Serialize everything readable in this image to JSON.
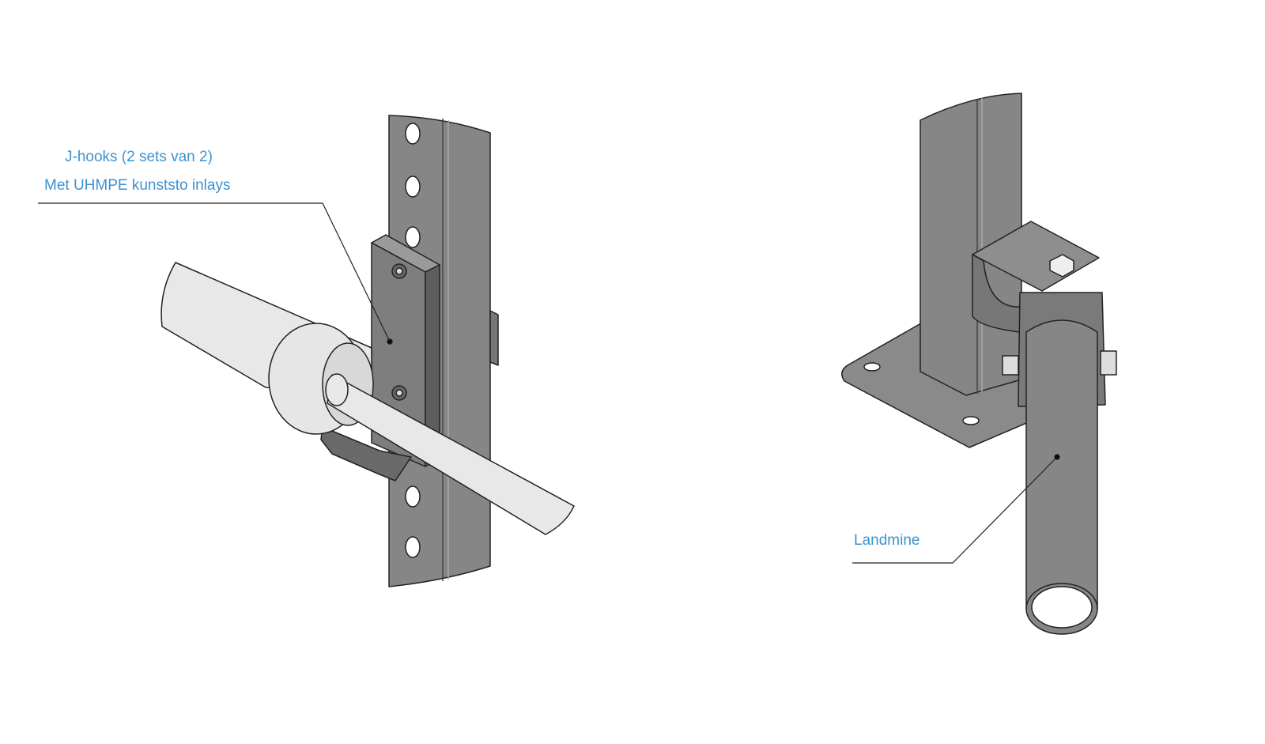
{
  "callouts": {
    "jhooks_line1": "J-hooks (2 sets van 2)",
    "jhooks_line2": "Met UHMPE kunststo inlays",
    "landmine": "Landmine"
  },
  "colors": {
    "label": "#3a93d0",
    "metal": "#8a8a8a",
    "bar": "#e6e6e6"
  }
}
